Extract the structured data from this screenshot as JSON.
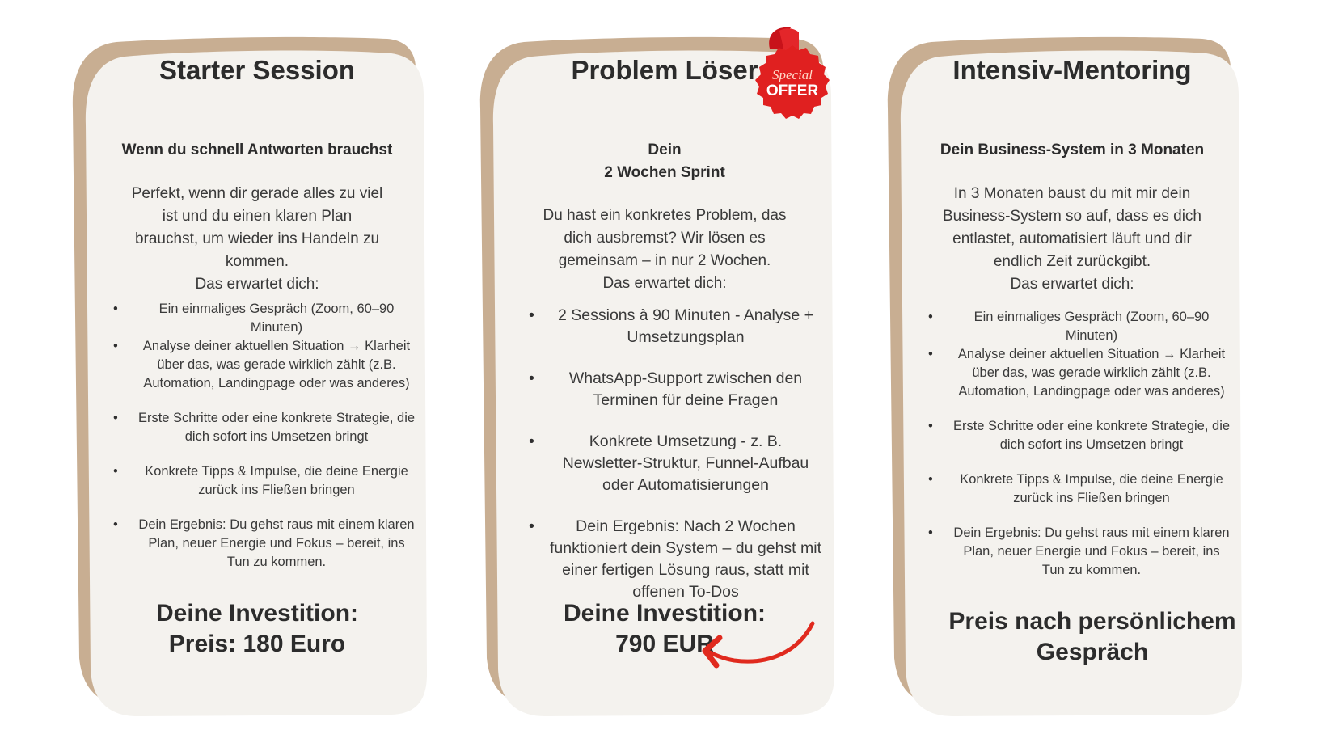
{
  "colors": {
    "card_back": "#c8ae92",
    "card_front": "#f4f2ee",
    "text": "#2c2c2c",
    "badge_red": "#e02020",
    "arrow_red": "#e02a1e"
  },
  "badge": {
    "line1": "Special",
    "line2": "OFFER"
  },
  "cards": [
    {
      "title": "Starter Session",
      "subtitle": "Wenn du schnell Antworten brauchst",
      "intro": [
        "Perfekt, wenn dir gerade alles zu viel",
        "ist und du einen klaren Plan",
        "brauchst, um wieder ins Handeln zu",
        "kommen.",
        "Das erwartet dich:"
      ],
      "bullets": [
        "Ein einmaliges Gespräch (Zoom, 60–90 Minuten)",
        "Analyse deiner aktuellen Situation → Klarheit über das, was gerade wirklich zählt (z.B. Automation, Landingpage oder was anderes)",
        "Erste Schritte oder eine konkrete Strategie, die dich sofort ins Umsetzen bringt",
        "Konkrete Tipps & Impulse, die deine Energie zurück ins Fließen bringen",
        "Dein Ergebnis: Du gehst raus mit einem klaren Plan, neuer Energie und Fokus – bereit, ins Tun zu kommen."
      ],
      "price_line1": "Deine Investition:",
      "price_line2": "Preis: 180 Euro"
    },
    {
      "title": "Problem Löser",
      "subtitle_line1": "Dein",
      "subtitle_line2": "2 Wochen Sprint",
      "intro": [
        "Du hast ein konkretes Problem, das",
        "dich ausbremst? Wir lösen es",
        "gemeinsam – in nur 2 Wochen.",
        "Das erwartet dich:"
      ],
      "bullets": [
        "2 Sessions à 90 Minuten - Analyse + Umsetzungsplan",
        "WhatsApp-Support zwischen den Terminen für deine Fragen",
        "Konkrete Umsetzung - z. B. Newsletter-Struktur, Funnel-Aufbau oder Automatisierungen",
        "Dein Ergebnis: Nach 2 Wochen funktioniert dein System – du gehst mit einer fertigen Lösung raus, statt mit offenen To-Dos"
      ],
      "price_line1": "Deine Investition:",
      "price_line2": "790 EUR"
    },
    {
      "title": "Intensiv-Mentoring",
      "subtitle": "Dein Business-System in 3 Monaten",
      "intro": [
        "In 3 Monaten baust du mit mir dein",
        "Business-System so auf, dass es dich",
        "entlastet, automatisiert läuft und dir",
        "endlich Zeit zurückgibt.",
        "Das erwartet dich:"
      ],
      "bullets": [
        "Ein einmaliges Gespräch (Zoom, 60–90 Minuten)",
        "Analyse deiner aktuellen Situation → Klarheit über das, was gerade wirklich zählt (z.B. Automation, Landingpage oder was anderes)",
        "Erste Schritte oder eine konkrete Strategie, die dich sofort ins Umsetzen bringt",
        "Konkrete Tipps & Impulse, die deine Energie zurück ins Fließen bringen",
        "Dein Ergebnis: Du gehst raus mit einem klaren Plan, neuer Energie und Fokus – bereit, ins Tun zu kommen."
      ],
      "price_line1": "Preis nach persönlichem",
      "price_line2": "Gespräch"
    }
  ]
}
